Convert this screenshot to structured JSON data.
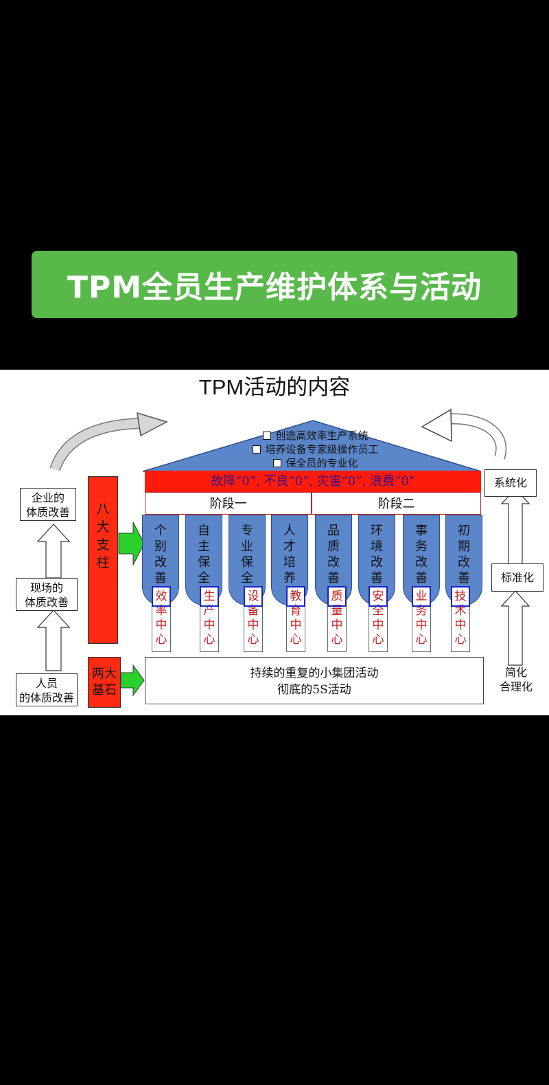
{
  "banner": {
    "title": "TPM全员生产维护体系与活动"
  },
  "diagram": {
    "title": "TPM活动的内容",
    "goals": [
      "创造高效率生产系统",
      "培养设备专家级操作员工",
      "保全员的专业化"
    ],
    "zero_goals_prefix": "故障“0”, 不良“0”, 灾害“0”, 浪费“0”",
    "stages": [
      "阶段一",
      "阶段二"
    ],
    "pillars_group_label": "八大支柱",
    "foundation_label": "两大基石",
    "pillars": [
      {
        "name": "个别改善",
        "center": "效率中心"
      },
      {
        "name": "自主保全",
        "center": "生产中心"
      },
      {
        "name": "专业保全",
        "center": "设备中心"
      },
      {
        "name": "人才培养",
        "center": "教育中心"
      },
      {
        "name": "品质改善",
        "center": "质量中心"
      },
      {
        "name": "环境改善",
        "center": "安全中心"
      },
      {
        "name": "事务改善",
        "center": "业务中心"
      },
      {
        "name": "初期改善",
        "center": "技术中心"
      }
    ],
    "foundation": [
      "持续的重复的小集团活动",
      "彻底的5S活动"
    ],
    "left_steps": [
      "企业的体质改善",
      "现场的体质改善",
      "人员的体质改善"
    ],
    "right_steps": [
      "系统化",
      "标准化",
      "简化合理化"
    ],
    "colors": {
      "roof": "#5b86c9",
      "red": "#ff1a0a",
      "green_arrow": "#2bd12b",
      "banner": "#58b94a"
    }
  }
}
